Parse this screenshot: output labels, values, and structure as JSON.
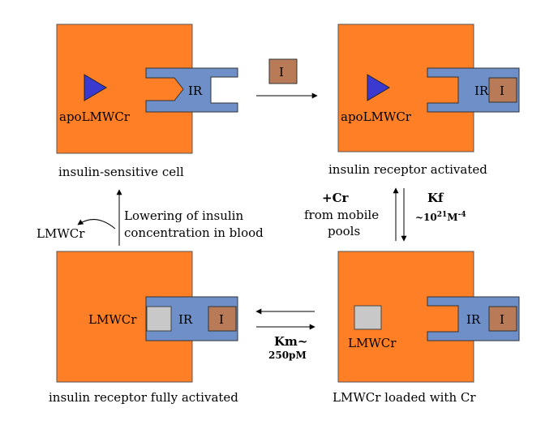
{
  "panels": {
    "top_left": {
      "cell_label": "apoLMWCr",
      "receptor_label": "IR",
      "caption": "insulin-sensitive cell"
    },
    "top_right": {
      "cell_label": "apoLMWCr",
      "receptor_label": "IR",
      "insulin_label": "I",
      "caption": "insulin receptor activated"
    },
    "bottom_left": {
      "cell_label": "LMWCr",
      "receptor_label": "IR",
      "insulin_label": "I",
      "caption": "insulin receptor fully activated"
    },
    "bottom_right": {
      "cell_label": "LMWCr",
      "receptor_label": "IR",
      "insulin_label": "I",
      "caption": "LMWCr loaded with Cr"
    }
  },
  "free_insulin_label": "I",
  "right_step": {
    "left_line1": "+Cr",
    "left_line2": "from mobile",
    "left_line3": "pools",
    "k_symbol": "Kf",
    "k_value_prefix": "~10",
    "k_value_exp": "21",
    "k_value_unit": "M",
    "k_value_unit_exp": "-4"
  },
  "bottom_step": {
    "k_symbol": "Km",
    "k_tilde": "~",
    "k_value": "250pM"
  },
  "left_step": {
    "line1": "Lowering of insulin",
    "line2": "concentration in blood",
    "released_label": "LMWCr"
  },
  "colors": {
    "cell": "#ff7f27",
    "receptor": "#6e8fc8",
    "insulin": "#b97a57",
    "chromium_site": "#c8c8c8",
    "apoLMWCr": "#3a3ad0"
  }
}
